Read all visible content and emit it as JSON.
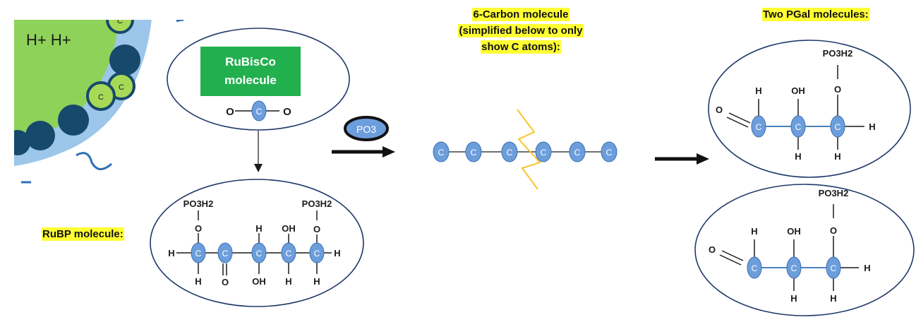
{
  "labels": {
    "hplus": "H+ H+",
    "rubisco": [
      "RuBisCo",
      "molecule"
    ],
    "rubp_label": "RuBP molecule:",
    "six_carbon": [
      "6-Carbon molecule",
      "(simplified below to only",
      "show C atoms):"
    ],
    "pgal_title": "Two PGal molecules:",
    "phosphate": "PO3"
  },
  "atoms": {
    "carbon": "C",
    "oxygen": "O",
    "hydrogen": "H",
    "hydroxyl": "OH",
    "phosphate_group": "PO3H2"
  },
  "colors": {
    "highlight": "#ffff33",
    "carbon_fill": "#6d9edc",
    "carbon_stroke": "#3c6fb3",
    "rubisco_green": "#22b04f",
    "chloroplast_green": "#8fd25a",
    "membrane_blue": "#9cc6ea",
    "thylakoid_dark": "#16496b",
    "bond_blue": "#2f6fb5",
    "lightning": "#f5c52a"
  }
}
